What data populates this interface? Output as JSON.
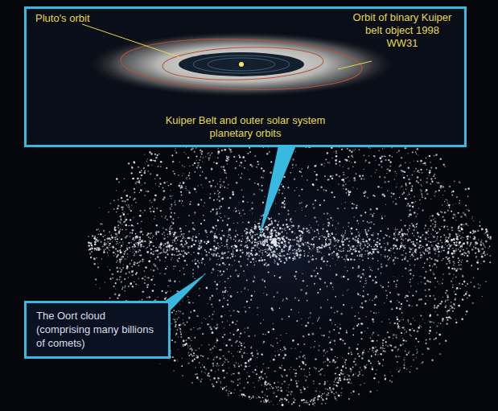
{
  "diagram": {
    "nodes": [
      {
        "text": [
          "Kuiper Belt and outer solar system planetary orbits"
        ]
      },
      {
        "text": [
          "The Oort cloud (comprising many billions of comets)"
        ]
      }
    ],
    "labels": [
      "Pluto's orbit",
      "Orbit of binary Kuiper belt object 1998 WW31"
    ]
  }
}
